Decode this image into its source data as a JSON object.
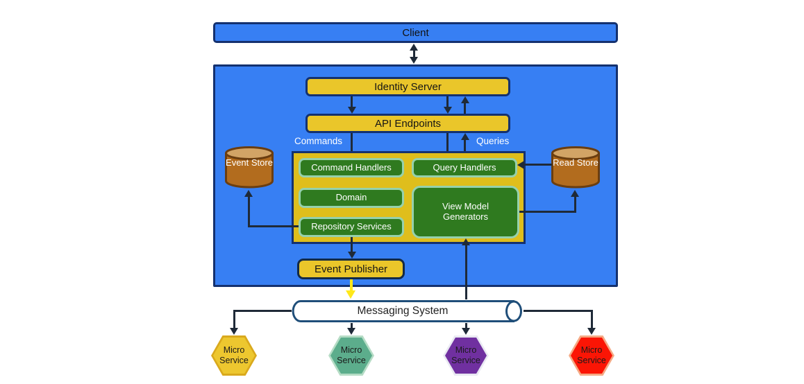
{
  "nodes": {
    "client": "Client",
    "identity_server": "Identity Server",
    "api_endpoints": "API Endpoints",
    "command_handlers": "Command Handlers",
    "query_handlers": "Query Handlers",
    "domain": "Domain",
    "repository_services": "Repository Services",
    "view_model_generators": "View Model Generators",
    "event_store": "Event Store",
    "read_store": "Read Store",
    "event_publisher": "Event Publisher",
    "messaging_system": "Messaging System"
  },
  "flow_labels": {
    "commands": "Commands",
    "queries": "Queries"
  },
  "microservices": [
    {
      "label": "Micro Service",
      "fill": "#EDC72F",
      "border": "#D9A91D",
      "text": "#1A1A1A"
    },
    {
      "label": "Micro Service",
      "fill": "#5CAD8C",
      "border": "#B5DCC5",
      "text": "#1A1A1A"
    },
    {
      "label": "Micro Service",
      "fill": "#7030A0",
      "border": "#E9E9F2",
      "text": "#1A1A1A"
    },
    {
      "label": "Micro Service",
      "fill": "#FB1505",
      "border": "#F5A984",
      "text": "#1A1A1A"
    }
  ],
  "colors": {
    "blue_fill": "#377FF3",
    "navy_border": "#14316F",
    "yellow_fill": "#EAC62A",
    "inner_yellow": "#DFBE1C",
    "green_fill": "#2F7A1F",
    "mint_border": "#96D1AC",
    "store_fill": "#B26C1E",
    "store_top": "#D2A466",
    "store_border": "#6B3E10",
    "arrow_line": "#1F2A38",
    "publish_arrow": "#FFE81A",
    "messaging_border": "#1F4E79"
  }
}
